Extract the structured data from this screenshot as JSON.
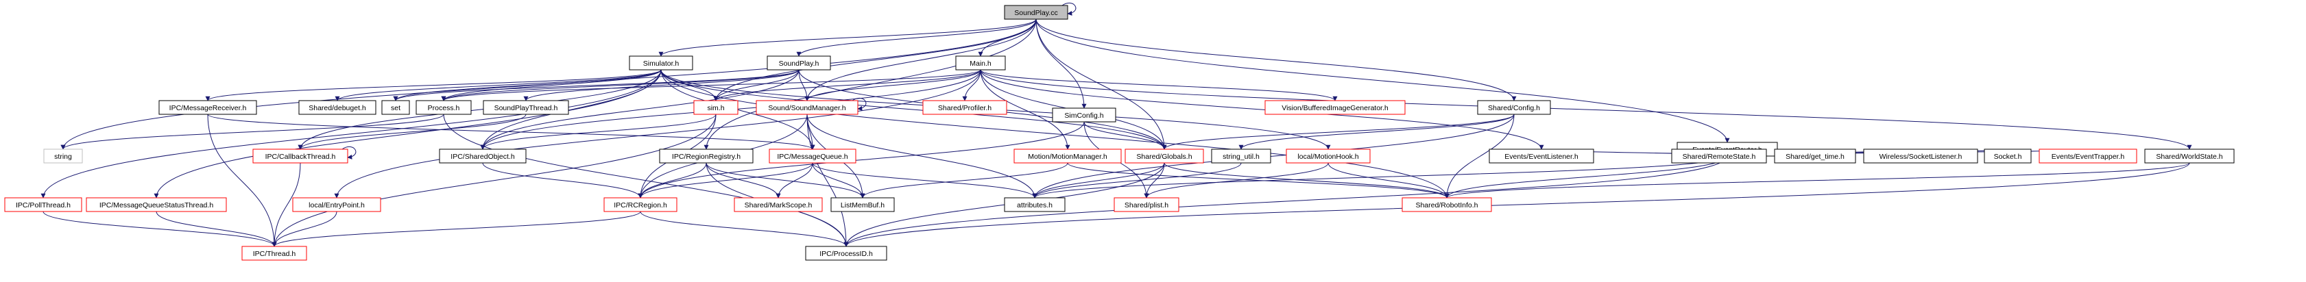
{
  "diagram": {
    "colors": {
      "edge": "#191970",
      "box_border_normal": "#000000",
      "box_border_red": "#ff0000",
      "box_border_gray": "#bfbfbf",
      "focus_fill": "#bfbfbf",
      "box_fill": "#ffffff"
    },
    "nodes": [
      {
        "id": "soundplay_cc",
        "label": "SoundPlay.cc",
        "style": "focus"
      },
      {
        "id": "simulator_h",
        "label": "Simulator.h",
        "style": "normal"
      },
      {
        "id": "soundplay_h",
        "label": "SoundPlay.h",
        "style": "normal"
      },
      {
        "id": "main_h",
        "label": "Main.h",
        "style": "normal"
      },
      {
        "id": "simconfig_h",
        "label": "SimConfig.h",
        "style": "normal"
      },
      {
        "id": "shared_config_h",
        "label": "Shared/Config.h",
        "style": "normal"
      },
      {
        "id": "events_eventrouter_h",
        "label": "Events/EventRouter.h",
        "style": "normal"
      },
      {
        "id": "ipc_messagereceiver_h",
        "label": "IPC/MessageReceiver.h",
        "style": "normal"
      },
      {
        "id": "shared_debuget_h",
        "label": "Shared/debuget.h",
        "style": "normal"
      },
      {
        "id": "set",
        "label": "set",
        "style": "normal"
      },
      {
        "id": "process_h",
        "label": "Process.h",
        "style": "normal"
      },
      {
        "id": "soundplaythread_h",
        "label": "SoundPlayThread.h",
        "style": "normal"
      },
      {
        "id": "sim_h",
        "label": "sim.h",
        "style": "red"
      },
      {
        "id": "sound_soundmanager_h",
        "label": "Sound/SoundManager.h",
        "style": "red"
      },
      {
        "id": "shared_profiler_h",
        "label": "Shared/Profiler.h",
        "style": "red"
      },
      {
        "id": "vision_bufferedimagegenerator_h",
        "label": "Vision/BufferedImageGenerator.h",
        "style": "red"
      },
      {
        "id": "string",
        "label": "string",
        "style": "gray"
      },
      {
        "id": "ipc_callbackthread_h",
        "label": "IPC/CallbackThread.h",
        "style": "red"
      },
      {
        "id": "ipc_sharedobject_h",
        "label": "IPC/SharedObject.h",
        "style": "normal"
      },
      {
        "id": "ipc_regionregistry_h",
        "label": "IPC/RegionRegistry.h",
        "style": "normal"
      },
      {
        "id": "ipc_messagequeue_h",
        "label": "IPC/MessageQueue.h",
        "style": "red"
      },
      {
        "id": "motion_motionmanager_h",
        "label": "Motion/MotionManager.h",
        "style": "red"
      },
      {
        "id": "shared_sharedglobals_h",
        "label": "Shared/Globals.h",
        "style": "red"
      },
      {
        "id": "string_util_h",
        "label": "string_util.h",
        "style": "normal"
      },
      {
        "id": "local_motionhook_h",
        "label": "local/MotionHook.h",
        "style": "red"
      },
      {
        "id": "events_eventlistener_h",
        "label": "Events/EventListener.h",
        "style": "normal"
      },
      {
        "id": "shared_remotestate_h",
        "label": "Shared/RemoteState.h",
        "style": "normal"
      },
      {
        "id": "shared_get_time_h",
        "label": "Shared/get_time.h",
        "style": "normal"
      },
      {
        "id": "wireless_socketlistener_h",
        "label": "Wireless/SocketListener.h",
        "style": "normal"
      },
      {
        "id": "socket_h",
        "label": "Socket.h",
        "style": "normal"
      },
      {
        "id": "events_eventtrapper_h",
        "label": "Events/EventTrapper.h",
        "style": "red"
      },
      {
        "id": "shared_worldstate_h",
        "label": "Shared/WorldState.h",
        "style": "normal"
      },
      {
        "id": "ipc_pollthread_h",
        "label": "IPC/PollThread.h",
        "style": "red"
      },
      {
        "id": "ipc_messagequeuestatusthread_h",
        "label": "IPC/MessageQueueStatusThread.h",
        "style": "red"
      },
      {
        "id": "local_entrypoint_h",
        "label": "local/EntryPoint.h",
        "style": "red"
      },
      {
        "id": "ipc_rcregion_h",
        "label": "IPC/RCRegion.h",
        "style": "red"
      },
      {
        "id": "shared_markscope_h",
        "label": "Shared/MarkScope.h",
        "style": "red"
      },
      {
        "id": "listmembuf_h",
        "label": "ListMemBuf.h",
        "style": "normal"
      },
      {
        "id": "attributes_h",
        "label": "attributes.h",
        "style": "normal"
      },
      {
        "id": "shared_plist_h",
        "label": "Shared/plist.h",
        "style": "red"
      },
      {
        "id": "shared_robotinfo_h",
        "label": "Shared/RobotInfo.h",
        "style": "red"
      },
      {
        "id": "ipc_thread_h",
        "label": "IPC/Thread.h",
        "style": "red"
      },
      {
        "id": "ipc_processid_h",
        "label": "IPC/ProcessID.h",
        "style": "normal"
      }
    ],
    "edges": [
      [
        "soundplay_cc",
        "soundplay_cc"
      ],
      [
        "soundplay_cc",
        "simulator_h"
      ],
      [
        "soundplay_cc",
        "soundplay_h"
      ],
      [
        "soundplay_cc",
        "main_h"
      ],
      [
        "soundplay_cc",
        "simconfig_h"
      ],
      [
        "soundplay_cc",
        "shared_config_h"
      ],
      [
        "soundplay_cc",
        "events_eventrouter_h"
      ],
      [
        "soundplay_cc",
        "string"
      ],
      [
        "soundplay_cc",
        "sim_h"
      ],
      [
        "soundplay_cc",
        "sound_soundmanager_h"
      ],
      [
        "soundplay_cc",
        "shared_sharedglobals_h"
      ],
      [
        "soundplay_cc",
        "ipc_regionregistry_h"
      ],
      [
        "simulator_h",
        "ipc_messagereceiver_h"
      ],
      [
        "simulator_h",
        "shared_debuget_h"
      ],
      [
        "simulator_h",
        "set"
      ],
      [
        "simulator_h",
        "process_h"
      ],
      [
        "simulator_h",
        "sim_h"
      ],
      [
        "simulator_h",
        "ipc_sharedobject_h"
      ],
      [
        "simulator_h",
        "ipc_callbackthread_h"
      ],
      [
        "simulator_h",
        "ipc_pollthread_h"
      ],
      [
        "simulator_h",
        "ipc_messagequeuestatusthread_h"
      ],
      [
        "simulator_h",
        "ipc_messagequeue_h"
      ],
      [
        "simulator_h",
        "shared_sharedglobals_h"
      ],
      [
        "simulator_h",
        "local_motionhook_h"
      ],
      [
        "simulator_h",
        "shared_robotinfo_h"
      ],
      [
        "soundplay_h",
        "process_h"
      ],
      [
        "soundplay_h",
        "soundplaythread_h"
      ],
      [
        "soundplay_h",
        "sim_h"
      ],
      [
        "soundplay_h",
        "sound_soundmanager_h"
      ],
      [
        "soundplay_h",
        "ipc_sharedobject_h"
      ],
      [
        "soundplay_h",
        "shared_sharedglobals_h"
      ],
      [
        "soundplay_h",
        "set"
      ],
      [
        "main_h",
        "process_h"
      ],
      [
        "main_h",
        "sim_h"
      ],
      [
        "main_h",
        "sound_soundmanager_h"
      ],
      [
        "main_h",
        "shared_profiler_h"
      ],
      [
        "main_h",
        "vision_bufferedimagegenerator_h"
      ],
      [
        "main_h",
        "motion_motionmanager_h"
      ],
      [
        "main_h",
        "shared_sharedglobals_h"
      ],
      [
        "main_h",
        "events_eventlistener_h"
      ],
      [
        "main_h",
        "shared_worldstate_h"
      ],
      [
        "main_h",
        "ipc_sharedobject_h"
      ],
      [
        "main_h",
        "local_entrypoint_h"
      ],
      [
        "simconfig_h",
        "shared_sharedglobals_h"
      ],
      [
        "simconfig_h",
        "ipc_rcregion_h"
      ],
      [
        "simconfig_h",
        "shared_plist_h"
      ],
      [
        "shared_config_h",
        "shared_sharedglobals_h"
      ],
      [
        "shared_config_h",
        "shared_robotinfo_h"
      ],
      [
        "shared_config_h",
        "string_util_h"
      ],
      [
        "shared_config_h",
        "attributes_h"
      ],
      [
        "events_eventrouter_h",
        "events_eventlistener_h"
      ],
      [
        "events_eventrouter_h",
        "shared_remotestate_h"
      ],
      [
        "events_eventrouter_h",
        "shared_get_time_h"
      ],
      [
        "events_eventrouter_h",
        "wireless_socketlistener_h"
      ],
      [
        "events_eventrouter_h",
        "socket_h"
      ],
      [
        "events_eventrouter_h",
        "events_eventtrapper_h"
      ],
      [
        "events_eventrouter_h",
        "shared_robotinfo_h"
      ],
      [
        "events_eventrouter_h",
        "attributes_h"
      ],
      [
        "events_eventrouter_h",
        "ipc_processid_h"
      ],
      [
        "ipc_messagereceiver_h",
        "ipc_messagequeue_h"
      ],
      [
        "ipc_messagereceiver_h",
        "ipc_thread_h"
      ],
      [
        "process_h",
        "string"
      ],
      [
        "process_h",
        "ipc_processid_h"
      ],
      [
        "soundplaythread_h",
        "ipc_callbackthread_h"
      ],
      [
        "sim_h",
        "ipc_sharedobject_h"
      ],
      [
        "sim_h",
        "ipc_rcregion_h"
      ],
      [
        "sim_h",
        "ipc_thread_h"
      ],
      [
        "sound_soundmanager_h",
        "sound_soundmanager_h"
      ],
      [
        "sound_soundmanager_h",
        "ipc_messagequeue_h"
      ],
      [
        "sound_soundmanager_h",
        "ipc_rcregion_h"
      ],
      [
        "sound_soundmanager_h",
        "listmembuf_h"
      ],
      [
        "sound_soundmanager_h",
        "attributes_h"
      ],
      [
        "sound_soundmanager_h",
        "ipc_processid_h"
      ],
      [
        "ipc_callbackthread_h",
        "ipc_callbackthread_h"
      ],
      [
        "ipc_callbackthread_h",
        "ipc_thread_h"
      ],
      [
        "ipc_sharedobject_h",
        "ipc_rcregion_h"
      ],
      [
        "ipc_regionregistry_h",
        "ipc_rcregion_h"
      ],
      [
        "ipc_regionregistry_h",
        "listmembuf_h"
      ],
      [
        "ipc_regionregistry_h",
        "shared_markscope_h"
      ],
      [
        "ipc_regionregistry_h",
        "ipc_processid_h"
      ],
      [
        "ipc_messagequeue_h",
        "ipc_rcregion_h"
      ],
      [
        "ipc_messagequeue_h",
        "shared_markscope_h"
      ],
      [
        "ipc_messagequeue_h",
        "listmembuf_h"
      ],
      [
        "ipc_messagequeue_h",
        "attributes_h"
      ],
      [
        "motion_motionmanager_h",
        "listmembuf_h"
      ],
      [
        "motion_motionmanager_h",
        "shared_robotinfo_h"
      ],
      [
        "shared_sharedglobals_h",
        "shared_plist_h"
      ],
      [
        "shared_sharedglobals_h",
        "shared_robotinfo_h"
      ],
      [
        "shared_sharedglobals_h",
        "ipc_processid_h"
      ],
      [
        "shared_sharedglobals_h",
        "attributes_h"
      ],
      [
        "local_motionhook_h",
        "shared_robotinfo_h"
      ],
      [
        "local_motionhook_h",
        "shared_plist_h"
      ],
      [
        "shared_worldstate_h",
        "shared_robotinfo_h"
      ],
      [
        "shared_worldstate_h",
        "ipc_processid_h"
      ],
      [
        "ipc_pollthread_h",
        "ipc_thread_h"
      ],
      [
        "ipc_messagequeuestatusthread_h",
        "ipc_thread_h"
      ],
      [
        "local_entrypoint_h",
        "ipc_thread_h"
      ],
      [
        "ipc_rcregion_h",
        "ipc_thread_h"
      ],
      [
        "ipc_rcregion_h",
        "ipc_processid_h"
      ],
      [
        "string_util_h",
        "attributes_h"
      ]
    ]
  }
}
